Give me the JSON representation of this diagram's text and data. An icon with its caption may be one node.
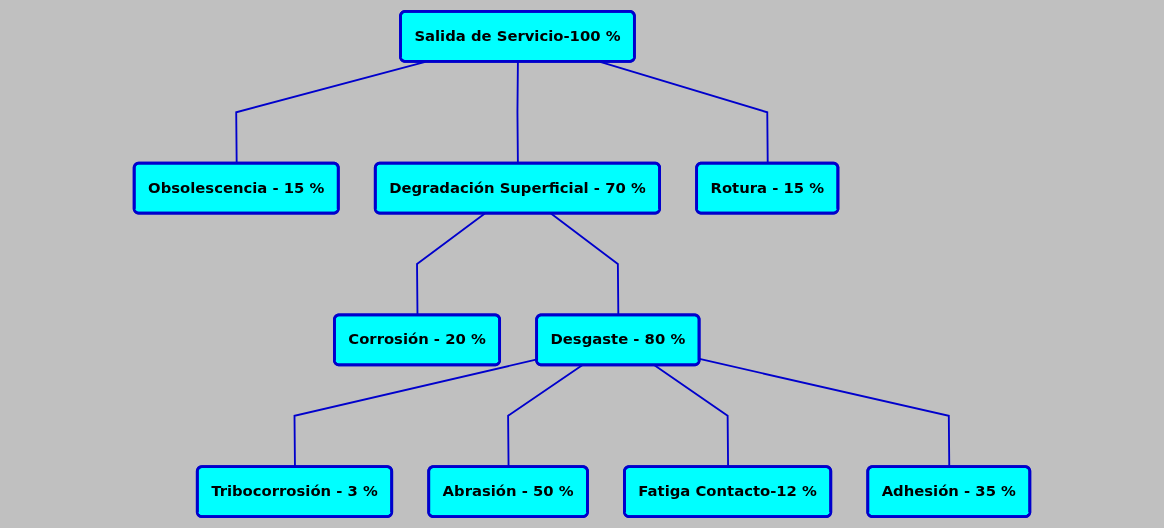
{
  "diagram": {
    "nodes": [
      {
        "text": [
          "Salida de Servicio-100 %"
        ]
      },
      {
        "text": [
          "Obsolescencia - 15 %"
        ]
      },
      {
        "text": [
          "Degradación Superficial - 70 %"
        ]
      },
      {
        "text": [
          "Rotura - 15 %"
        ]
      },
      {
        "text": [
          "Corrosión - 20 %"
        ]
      },
      {
        "text": [
          "Desgaste - 80 %"
        ]
      },
      {
        "text": [
          "Tribocorrosión - 3 %"
        ]
      },
      {
        "text": [
          "Abrasión - 50 %"
        ]
      },
      {
        "text": [
          "Fatiga Contacto-12 %"
        ]
      },
      {
        "text": [
          "Adhesión - 35 %"
        ]
      }
    ],
    "edges": [
      {
        "from": 0,
        "to": 1,
        "arrow": "none"
      },
      {
        "from": 0,
        "to": 2,
        "arrow": "none"
      },
      {
        "from": 0,
        "to": 3,
        "arrow": "none"
      },
      {
        "from": 2,
        "to": 4,
        "arrow": "none"
      },
      {
        "from": 2,
        "to": 5,
        "arrow": "none"
      },
      {
        "from": 5,
        "to": 6,
        "arrow": "none"
      },
      {
        "from": 5,
        "to": 7,
        "arrow": "none"
      },
      {
        "from": 5,
        "to": 8,
        "arrow": "none"
      },
      {
        "from": 5,
        "to": 9,
        "arrow": "none"
      }
    ]
  }
}
